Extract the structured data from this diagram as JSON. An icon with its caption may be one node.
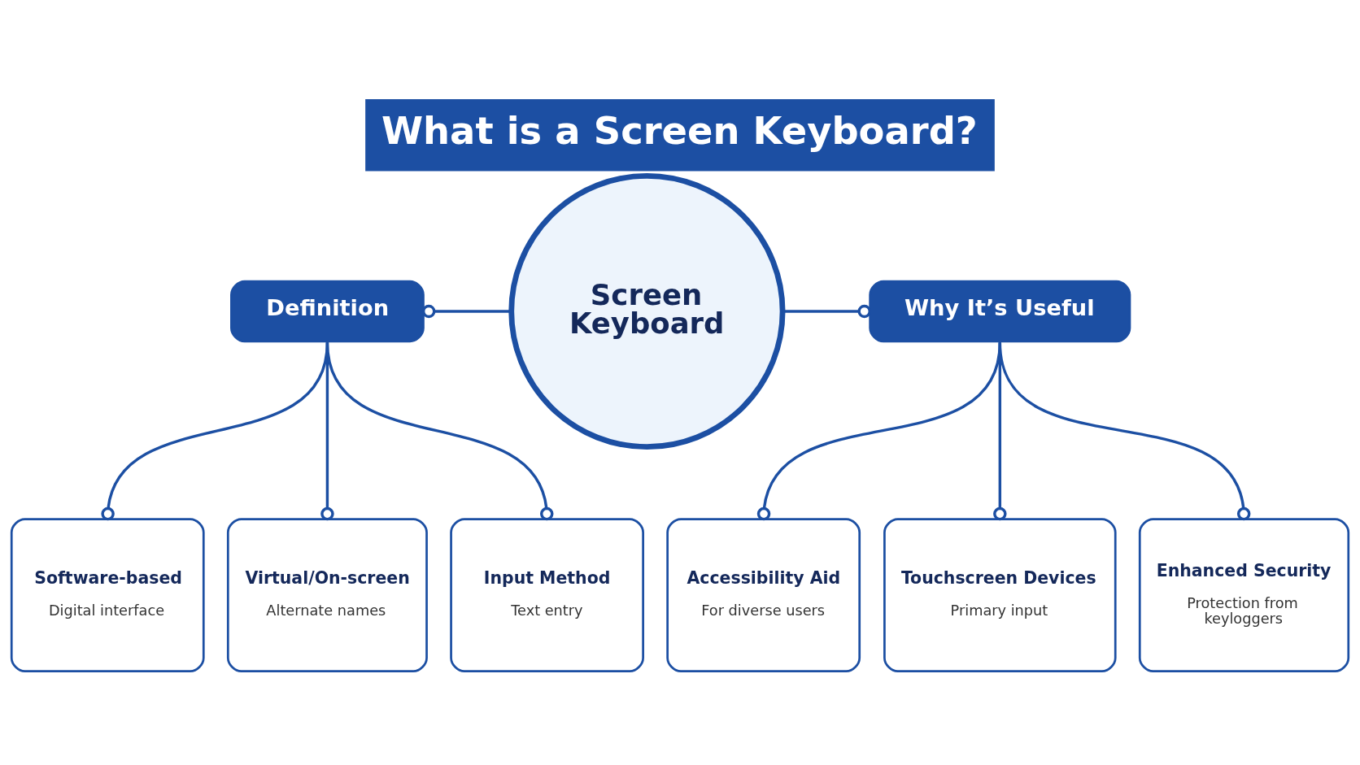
{
  "diagram": {
    "title": "What is a Screen Keyboard?",
    "nodes": [
      {
        "text": [
          "Definition"
        ]
      },
      {
        "text": [
          "Screen Keyboard"
        ]
      },
      {
        "text": [
          "Why It’s Useful"
        ]
      },
      {
        "text": [
          "Software-based",
          "Digital interface"
        ]
      },
      {
        "text": [
          "Virtual/On-screen",
          "Alternate names"
        ]
      },
      {
        "text": [
          "Input Method",
          "Text entry"
        ]
      },
      {
        "text": [
          "Accessibility Aid",
          "For diverse users"
        ]
      },
      {
        "text": [
          "Touchscreen Devices",
          "Primary input"
        ]
      },
      {
        "text": [
          "Enhanced Security",
          "Protection from keyloggers"
        ]
      }
    ],
    "edges": [
      {
        "from": 1,
        "to": 0,
        "arrow": "other"
      },
      {
        "from": 1,
        "to": 2,
        "arrow": "other"
      },
      {
        "from": 0,
        "to": 3,
        "arrow": "other"
      },
      {
        "from": 0,
        "to": 4,
        "arrow": "other"
      },
      {
        "from": 0,
        "to": 5,
        "arrow": "other"
      },
      {
        "from": 2,
        "to": 6,
        "arrow": "other"
      },
      {
        "from": 2,
        "to": 7,
        "arrow": "other"
      },
      {
        "from": 2,
        "to": 8,
        "arrow": "other"
      }
    ]
  }
}
